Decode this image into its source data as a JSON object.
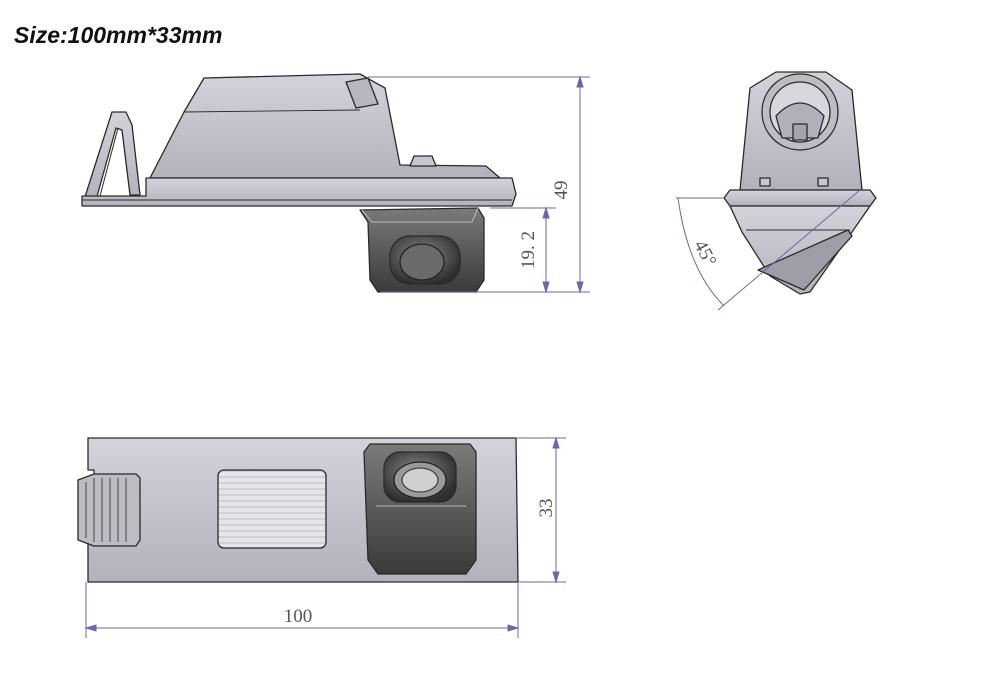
{
  "title": "Size:100mm*33mm",
  "dimensions": {
    "height_total": "49",
    "height_camera": "19. 2",
    "width_top_view": "33",
    "length": "100",
    "angle": "45°"
  },
  "colors": {
    "body_fill": "#c4c2cb",
    "body_dark": "#a9a7b1",
    "camera_fill": "#555555",
    "outline": "#2a2a2a",
    "dimension": "#6a68a8"
  }
}
